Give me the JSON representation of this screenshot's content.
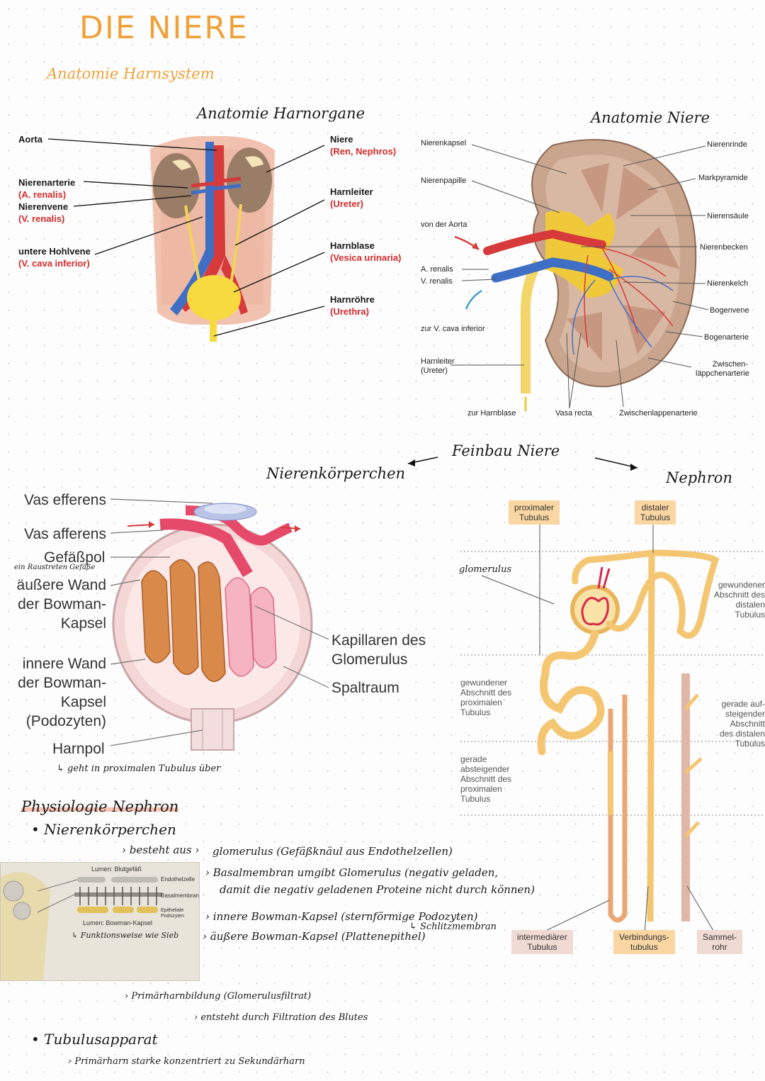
{
  "header": {
    "title": "DIE NIERE",
    "subtitle": "Anatomie Harnsystem"
  },
  "section1": {
    "heading": "Anatomie Harnorgane",
    "labels": {
      "aorta": "Aorta",
      "arterie": "Nierenarterie",
      "arterie_lat": "(A. renalis)",
      "vene": "Nierenvene",
      "vene_lat": "(V. renalis)",
      "hohlvene": "untere Hohlvene",
      "hohlvene_lat": "(V. cava inferior)",
      "niere": "Niere",
      "niere_lat": "(Ren, Nephros)",
      "harnleiter": "Harnleiter",
      "harnleiter_lat": "(Ureter)",
      "harnblase": "Harnblase",
      "harnblase_lat": "(Vesica urinaria)",
      "harnroehre": "Harnröhre",
      "harnroehre_lat": "(Urethra)"
    }
  },
  "section2": {
    "heading": "Anatomie Niere",
    "labels": {
      "nierenkapsel": "Nierenkapsel",
      "nierenpapille": "Nierenpapille",
      "von_aorta": "von der Aorta",
      "a_renalis": "A. renalis",
      "v_renalis": "V. renalis",
      "zur_cava": "zur V. cava inferior",
      "harnleiter": "Harnleiter",
      "harnleiter_lat": "(Ureter)",
      "zur_harnblase": "zur Harnblase",
      "vasa_recta": "Vasa recta",
      "zwischenlappenarterie": "Zwischenlappenarterie",
      "nierenrinde": "Nierenrinde",
      "markpyramide": "Markpyramide",
      "nierensaeule": "Nierensäule",
      "nierenbecken": "Nierenbecken",
      "nierenkelch": "Nierenkelch",
      "bogenvene": "Bogenvene",
      "bogenarterie": "Bogenarterie",
      "zwischen1": "Zwischen-",
      "zwischen2": "läppchenarterie"
    }
  },
  "section3": {
    "feinbau": "Feinbau Niere",
    "nierenkoerperchen": "Nierenkörperchen",
    "nephron": "Nephron",
    "labels": {
      "vas_efferens": "Vas efferens",
      "vas_afferens": "Vas afferens",
      "gefaesspol": "Gefäßpol",
      "gefaesspol_note": "ein Raustreten Gefäße",
      "aussen1": "äußere Wand",
      "aussen2": "der Bowman-",
      "aussen3": "Kapsel",
      "innen1": "innere Wand",
      "innen2": "der Bowman-",
      "innen3": "Kapsel",
      "innen4": "(Podozyten)",
      "harnpol": "Harnpol",
      "harnpol_note": "geht in proximalen Tubulus über",
      "kapillaren1": "Kapillaren des",
      "kapillaren2": "Glomerulus",
      "spaltraum": "Spaltraum"
    },
    "nephron_labels": {
      "glomerulus": "glomerulus",
      "proximal1": "proximaler",
      "proximal2": "Tubulus",
      "distal1": "distaler",
      "distal2": "Tubulus",
      "gew_dist": [
        "gewundener",
        "Abschnitt des",
        "distalen",
        "Tubulus"
      ],
      "gew_prox": [
        "gewundener",
        "Abschnitt des",
        "proximalen",
        "Tubulus"
      ],
      "ger_ab": [
        "gerade",
        "absteigender",
        "Abschnitt des",
        "proximalen",
        "Tubulus"
      ],
      "ger_auf": [
        "gerade auf-",
        "steigender",
        "Abschnitt",
        "des distalen",
        "Tubulus"
      ],
      "intermed1": "intermediärer",
      "intermed2": "Tubulus",
      "verb1": "Verbindungs-",
      "verb2": "tubulus",
      "sammel1": "Sammel-",
      "sammel2": "rohr"
    }
  },
  "physiology": {
    "heading": "Physiologie Nephron",
    "bullet1": "Nierenkörperchen",
    "besteht": "besteht aus",
    "items": [
      "glomerulus (Gefäßknäul aus Endothelzellen)",
      "Basalmembran umgibt Glomerulus (negativ geladen,",
      "damit die negativ geladenen Proteine nicht durch können)",
      "innere Bowman-Kapsel (sternförmige Podozyten)",
      "äußere Bowman-Kapsel (Plattenepithel)"
    ],
    "schlitz": "Schlitzmembran",
    "photo": {
      "lumen_blut": "Lumen: Blutgefäß",
      "endothel": "Endothelzelle",
      "basal": "Basalmembran",
      "epithel": "Epitheliale Podozyten",
      "lumen_bowman": "Lumen: Bowman-Kapsel",
      "funktion": "Funktionsweise wie Sieb"
    },
    "primaer1": "Primärharnbildung (Glomerulusfiltrat)",
    "primaer2": "entsteht durch Filtration des Blutes",
    "bullet2": "Tubulusapparat",
    "tubulus1": "Primärharn starke konzentriert zu Sekundärharn"
  },
  "colors": {
    "accent": "#f0a23a",
    "latin_red": "#d42c2c"
  }
}
